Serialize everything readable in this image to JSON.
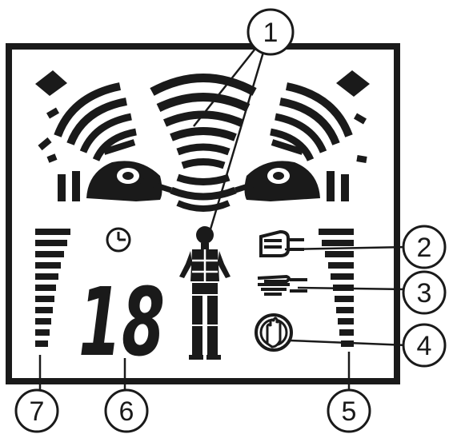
{
  "display": {
    "digit_value": "18",
    "colors": {
      "ink": "#1a1a1a",
      "background": "#ffffff"
    },
    "icons": [
      "tens-wave-icon",
      "timer-clock-icon",
      "body-figure-icon",
      "fist-hand-icon",
      "open-hand-icon",
      "stop-hand-icon",
      "intensity-bar-left",
      "intensity-bar-right"
    ]
  },
  "callouts": [
    {
      "id": "c1",
      "label": "1"
    },
    {
      "id": "c2",
      "label": "2"
    },
    {
      "id": "c3",
      "label": "3"
    },
    {
      "id": "c4",
      "label": "4"
    },
    {
      "id": "c5",
      "label": "5"
    },
    {
      "id": "c6",
      "label": "6"
    },
    {
      "id": "c7",
      "label": "7"
    }
  ]
}
